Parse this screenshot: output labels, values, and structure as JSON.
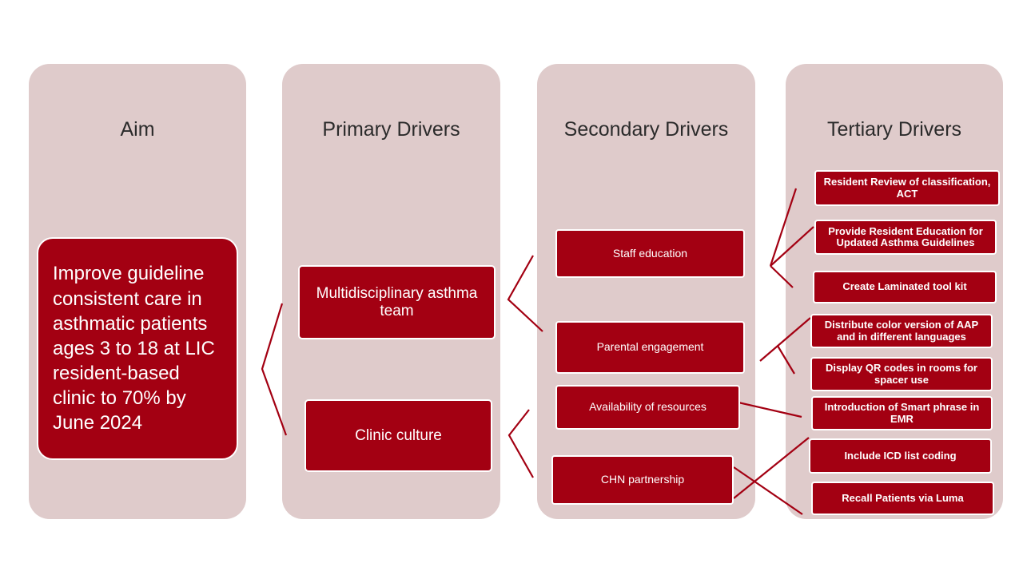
{
  "columns": {
    "aim": "Aim",
    "primary": "Primary Drivers",
    "secondary": "Secondary Drivers",
    "tertiary": "Tertiary Drivers"
  },
  "aim_text": "Improve guideline consistent care in asthmatic patients ages 3 to 18 at LIC resident-based clinic to 70% by June 2024",
  "primary_drivers": [
    "Multidisciplinary asthma team",
    "Clinic culture"
  ],
  "secondary_drivers": [
    "Staff education",
    "Parental engagement",
    "Availability of resources",
    "CHN partnership"
  ],
  "tertiary_drivers": [
    "Resident Review of classification, ACT",
    "Provide Resident Education for Updated Asthma Guidelines",
    "Create Laminated tool kit",
    "Distribute color version of AAP and in different languages",
    "Display QR codes in rooms for spacer use",
    "Introduction of Smart phrase in EMR",
    "Include ICD list coding",
    "Recall Patients via Luma"
  ],
  "colors": {
    "column_bg": "#dfcbcb",
    "box_fill": "#a30012",
    "connector": "#a30012"
  }
}
